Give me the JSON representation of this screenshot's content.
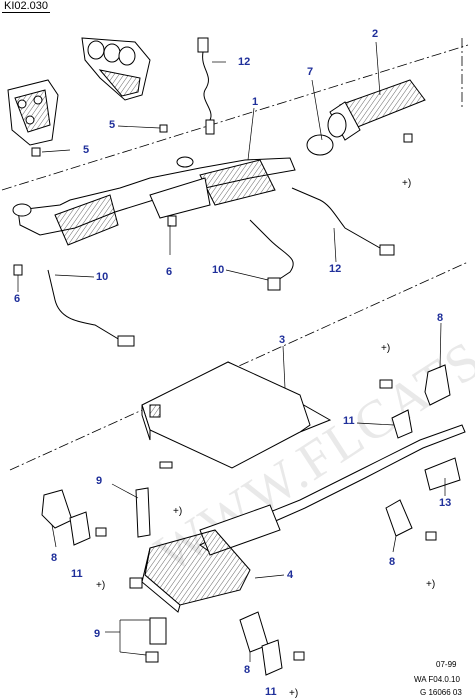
{
  "diagram": {
    "reference_code": "KI02.030",
    "footer": {
      "date": "07-99",
      "code_line_1": "WA  F04.0.10",
      "code_line_2": "G 16066 03"
    },
    "watermark": "WWW.FLCATS.RU",
    "callout_color": "#1f2f9a",
    "callouts": {
      "c1": "1",
      "c2": "2",
      "c3": "3",
      "c4": "4",
      "c5a": "5",
      "c5b": "5",
      "c6a": "6",
      "c6b": "6",
      "c7": "7",
      "c8a": "8",
      "c8b": "8",
      "c8c": "8",
      "c8d": "8",
      "c9a": "9",
      "c9b": "9",
      "c10a": "10",
      "c10b": "10",
      "c11a": "11",
      "c11b": "11",
      "c11c": "11",
      "c12a": "12",
      "c12b": "12",
      "c13": "13"
    },
    "plus_marks": {
      "p1": "+)",
      "p2": "+)",
      "p3": "+)",
      "p4": "+)",
      "p5": "+)",
      "p6": "+)"
    }
  }
}
